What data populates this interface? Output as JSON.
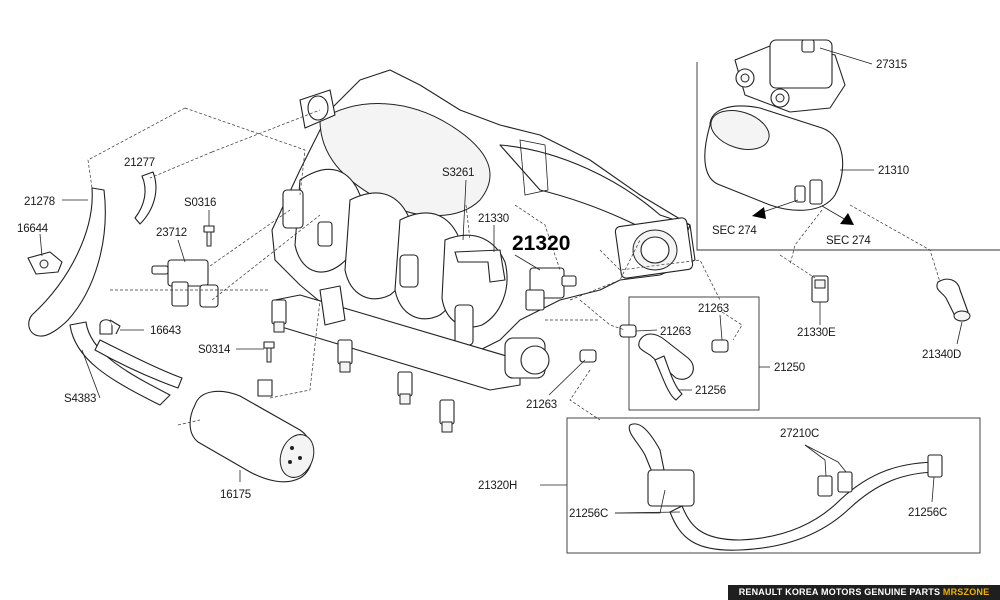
{
  "diagram": {
    "main_part_number": "21320",
    "labels": {
      "p27315": "27315",
      "p21310": "21310",
      "sec274a": "SEC 274",
      "sec274b": "SEC 274",
      "p21330E": "21330E",
      "p21340D": "21340D",
      "p21277": "21277",
      "p21278": "21278",
      "p16644": "16644",
      "pS0316": "S0316",
      "p23712": "23712",
      "p16643": "16643",
      "pS0314": "S0314",
      "pS4383": "S4383",
      "p16175": "16175",
      "pS3261": "S3261",
      "p21330": "21330",
      "p21263a": "21263",
      "p21263b": "21263",
      "p21263c": "21263",
      "p21256": "21256",
      "p21250": "21250",
      "p21320H": "21320H",
      "p21256Ca": "21256C",
      "p21256Cb": "21256C",
      "p27210C": "27210C"
    }
  },
  "footer": {
    "text": "RENAULT KOREA MOTORS GENUINE PARTS",
    "brand": "MRSZONE"
  }
}
